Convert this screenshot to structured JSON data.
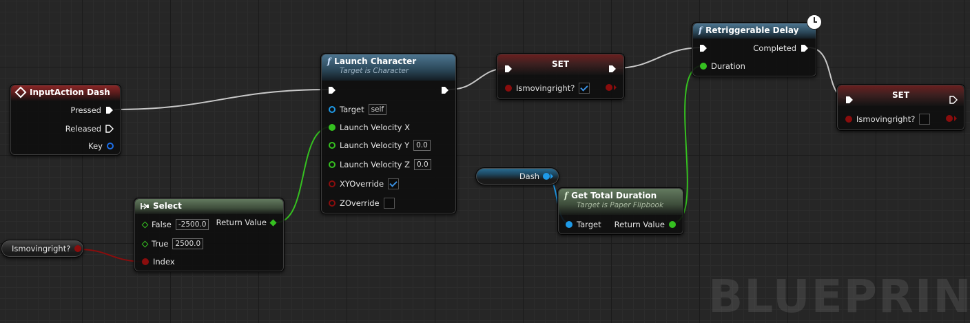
{
  "watermark": "BLUEPRINT",
  "nodes": {
    "input_action": {
      "title": "InputAction Dash",
      "pins": {
        "pressed": "Pressed",
        "released": "Released",
        "key": "Key"
      }
    },
    "launch": {
      "title": "Launch Character",
      "subtitle": "Target is Character",
      "pins": {
        "target": "Target",
        "target_value": "self",
        "vx": "Launch Velocity X",
        "vy": "Launch Velocity Y",
        "vy_value": "0.0",
        "vz": "Launch Velocity Z",
        "vz_value": "0.0",
        "xy_override": "XYOverride",
        "z_override": "ZOverride"
      },
      "xy_override_checked": true,
      "z_override_checked": false
    },
    "set1": {
      "title": "SET",
      "var": "Ismovingright?",
      "checked": true
    },
    "delay": {
      "title": "Retriggerable Delay",
      "pins": {
        "completed": "Completed",
        "duration": "Duration"
      }
    },
    "set2": {
      "title": "SET",
      "var": "Ismovingright?",
      "checked": false
    },
    "dash_var": {
      "label": "Dash"
    },
    "get_duration": {
      "title": "Get Total Duration",
      "subtitle": "Target is Paper Flipbook",
      "pins": {
        "target": "Target",
        "return": "Return Value"
      }
    },
    "select": {
      "title": "Select",
      "pins": {
        "false": "False",
        "false_value": "-2500.0",
        "true": "True",
        "true_value": "2500.0",
        "index": "Index",
        "return": "Return Value"
      }
    },
    "ismovingright_var": {
      "label": "Ismovingright?"
    }
  },
  "colors": {
    "exec": "#ffffff",
    "bool": "#8a0d0d",
    "float": "#35c020",
    "object": "#1e9ae8",
    "key": "#1e6fe8",
    "wildcard": "#35c020"
  }
}
